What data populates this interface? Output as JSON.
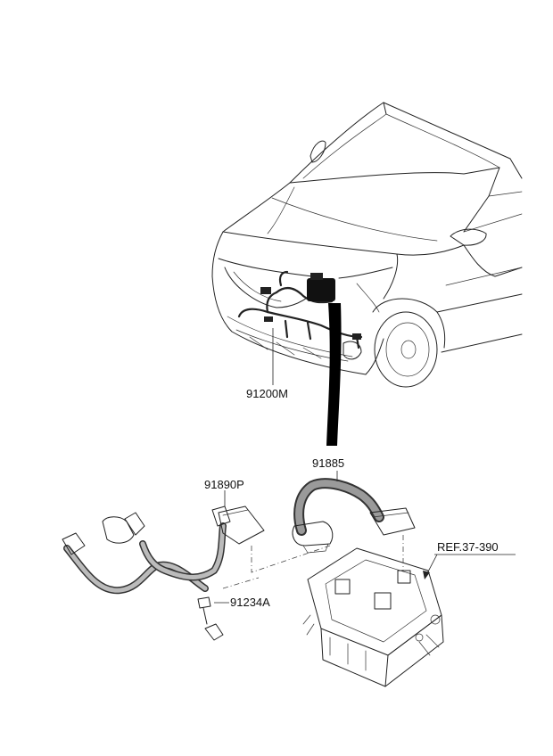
{
  "diagram": {
    "parts": [
      {
        "id": "p1",
        "label": "91200M"
      },
      {
        "id": "p2",
        "label": "91885"
      },
      {
        "id": "p3",
        "label": "91890P"
      },
      {
        "id": "p4",
        "label": "91234A"
      },
      {
        "id": "p5",
        "label": "REF.37-390"
      }
    ]
  }
}
